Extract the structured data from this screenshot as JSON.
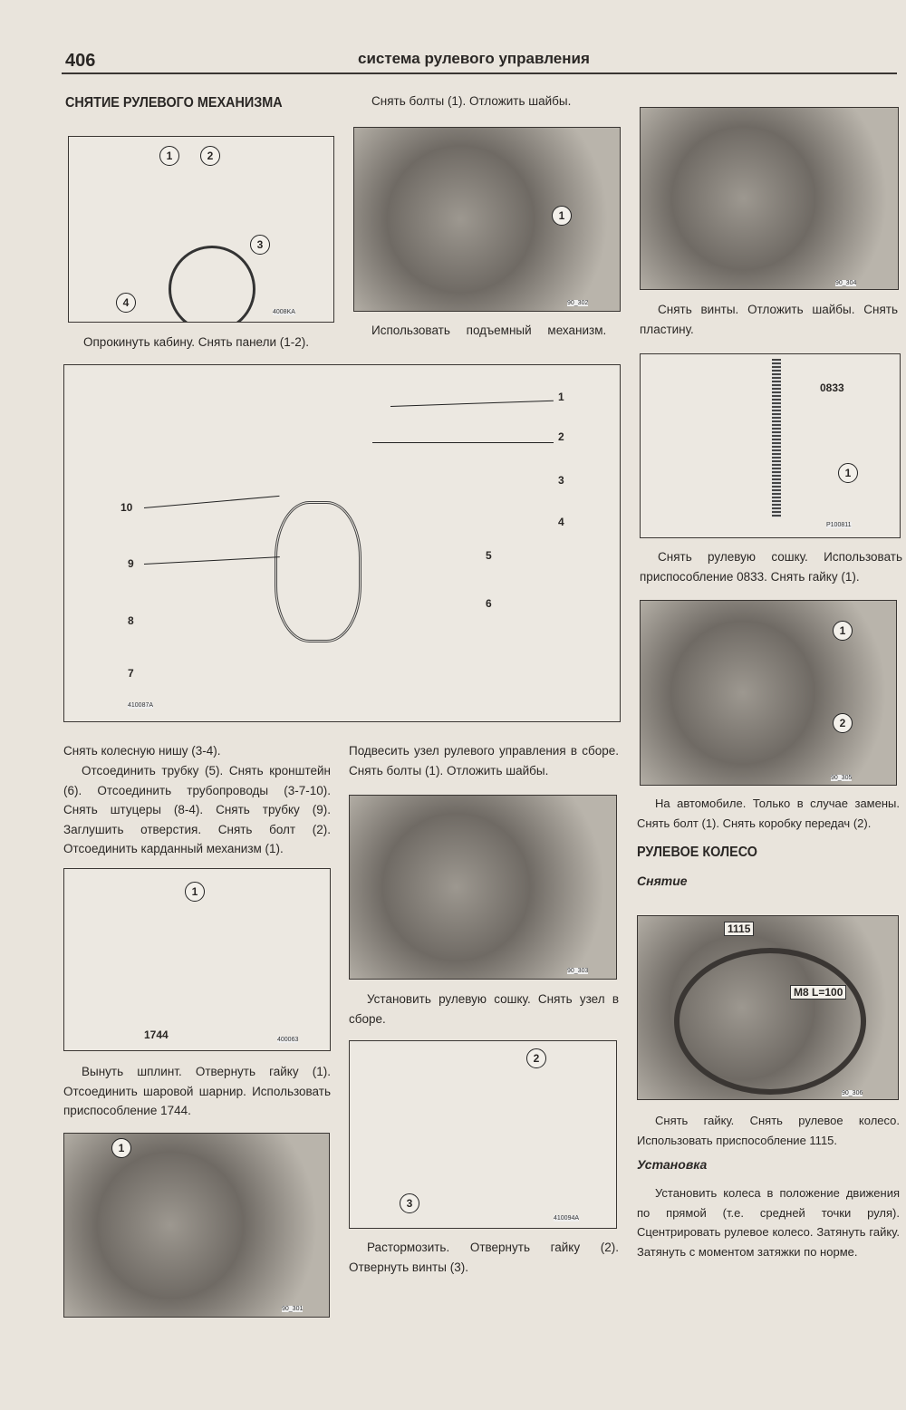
{
  "header": {
    "page_number": "406",
    "title": "система рулевого управления"
  },
  "col1": {
    "heading": "СНЯТИЕ РУЛЕВОГО МЕХАНИЗМА",
    "fig1": {
      "callouts": [
        "1",
        "2",
        "3",
        "4"
      ],
      "code": "4008KA",
      "caption": "Опрокинуть кабину. Снять панели (1-2)."
    },
    "text1": "Снять колесную нишу (3-4).",
    "text2": "Отсоединить трубку (5). Снять кронштейн (6). Отсоединить трубопроводы (3-7-10). Снять штуцеры (8-4). Снять трубку (9). Заглушить отверстия. Снять болт (2). Отсоединить карданный механизм (1).",
    "fig1744": {
      "callouts": [
        "1"
      ],
      "tool": "1744",
      "code": "400063",
      "caption": "Вынуть шплинт. Отвернуть гайку (1). Отсоединить шаровой шарнир. Использовать приспособление 1744."
    },
    "fig_last": {
      "callouts": [
        "1"
      ],
      "code": "90_301"
    }
  },
  "big_fig": {
    "labels": [
      "1",
      "2",
      "3",
      "4",
      "5",
      "6",
      "7",
      "8",
      "9",
      "10"
    ],
    "code": "410087A"
  },
  "col2": {
    "caption_top": "Снять болты (1). Отложить шайбы.",
    "fig2": {
      "callouts": [
        "1"
      ],
      "code": "90_302",
      "caption": "Использовать подъемный механизм."
    },
    "text1": "Подвесить узел рулевого управления в сборе. Снять болты (1). Отложить шайбы.",
    "fig3": {
      "code": "90_303",
      "caption": "Установить рулевую сошку. Снять узел в сборе."
    },
    "fig4": {
      "callouts": [
        "2",
        "3"
      ],
      "code": "410094A",
      "caption": "Растормозить. Отвернуть гайку (2). Отвернуть винты (3)."
    }
  },
  "col3": {
    "fig1": {
      "code": "90_304",
      "caption": "Снять винты. Отложить шайбы. Снять пластину."
    },
    "fig2": {
      "tool": "0833",
      "callouts": [
        "1"
      ],
      "code": "P100811",
      "caption": "Снять рулевую сошку. Использовать приспособление 0833. Снять гайку (1)."
    },
    "fig3": {
      "callouts": [
        "1",
        "2"
      ],
      "code": "90_305",
      "caption": "На автомобиле. Только в случае замены. Снять болт (1). Снять коробку передач (2)."
    },
    "heading": "РУЛЕВОЕ КОЛЕСО",
    "sub1": "Снятие",
    "fig4": {
      "tool": "1115",
      "bolt": "M8 L=100",
      "code": "90_306",
      "caption": "Снять гайку. Снять рулевое колесо. Использовать приспособление 1115."
    },
    "sub2": "Установка",
    "text": "Установить колеса в положение движения по прямой (т.е. средней точки руля). Сцентрировать рулевое колесо. Затянуть гайку. Затянуть с моментом затяжки по норме."
  }
}
